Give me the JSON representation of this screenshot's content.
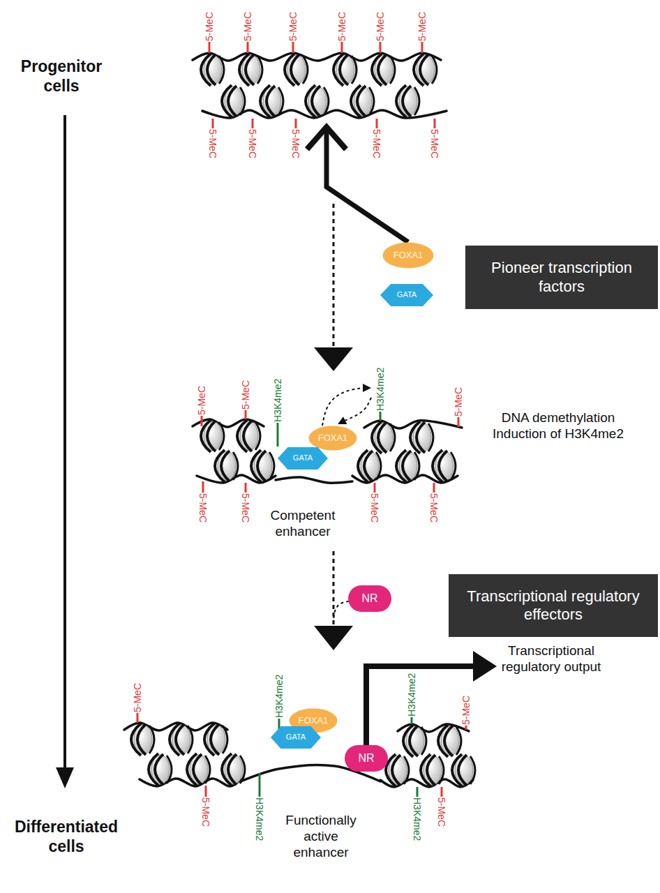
{
  "diagram": {
    "nodes": [
      {
        "text": [
          "Pioneer transcription factors"
        ]
      },
      {
        "text": [
          "FOXA1"
        ]
      },
      {
        "text": [
          "GATA"
        ]
      },
      {
        "text": [
          "FOXA1"
        ]
      },
      {
        "text": [
          "GATA"
        ]
      },
      {
        "text": [
          "Transcriptional regulatory effectors"
        ]
      },
      {
        "text": [
          "NR"
        ]
      },
      {
        "text": [
          "FOXA1"
        ]
      },
      {
        "text": [
          "GATA"
        ]
      },
      {
        "text": [
          "NR"
        ]
      }
    ],
    "labels": [
      "Progenitor cells",
      "5-MeC",
      "5-MeC",
      "5-MeC",
      "5-MeC",
      "5-MeC",
      "5-MeC",
      "5-MeC",
      "5-MeC",
      "5-MeC",
      "5-MeC",
      "5-MeC",
      "5-MeC",
      "5-MeC",
      "H3K4me2",
      "H3K4me2",
      "5-MeC",
      "DNA demethylation Induction of H3K4me2",
      "5-MeC",
      "5-MeC",
      "5-MeC",
      "5-MeC",
      "Competent enhancer",
      "Transcriptional regulatory output",
      "H3K4me2",
      "5-MeC",
      "H3K4me2",
      "5-MeC",
      "Functionally active enhancer",
      "5-MeC",
      "H3K4me2",
      "H3K4me2",
      "5-MeC",
      "Differentiated cells"
    ]
  }
}
